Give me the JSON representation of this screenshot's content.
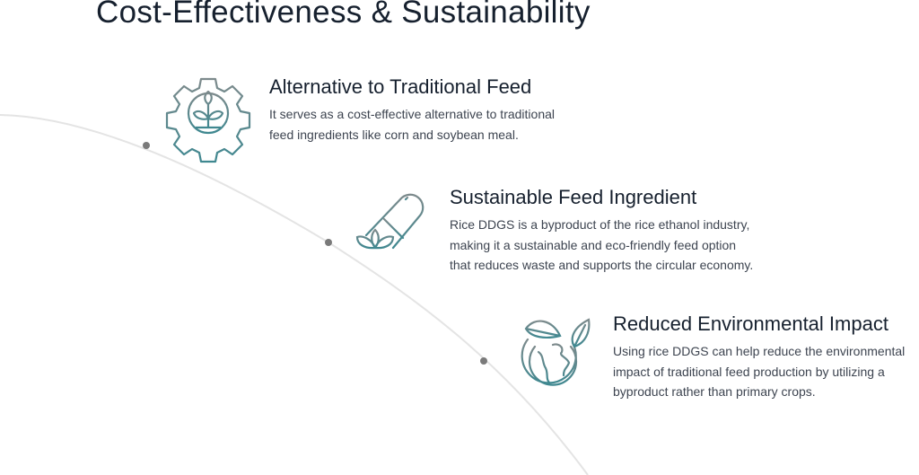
{
  "section_title": "Cost-Effectiveness & Sustainability",
  "colors": {
    "title": "#16202e",
    "icon_start": "#7d8a8c",
    "icon_end": "#3f8890",
    "curve": "#e4e4e4",
    "dot": "#7a7a7a"
  },
  "items": [
    {
      "icon": "gear-plant-icon",
      "title": "Alternative to Traditional Feed",
      "lines": [
        "It serves as a cost-effective alternative to traditional",
        "feed ingredients like corn and soybean meal."
      ]
    },
    {
      "icon": "capsule-leaf-icon",
      "title": "Sustainable Feed Ingredient",
      "lines": [
        "Rice DDGS is a byproduct of the rice ethanol industry,",
        "making it a sustainable and eco-friendly feed option",
        "that reduces waste and supports the circular economy."
      ]
    },
    {
      "icon": "globe-leaf-icon",
      "title": "Reduced Environmental Impact",
      "lines": [
        "Using rice DDGS can help reduce the environmental",
        "impact of traditional feed production by utilizing a",
        "byproduct rather than primary crops."
      ]
    }
  ]
}
